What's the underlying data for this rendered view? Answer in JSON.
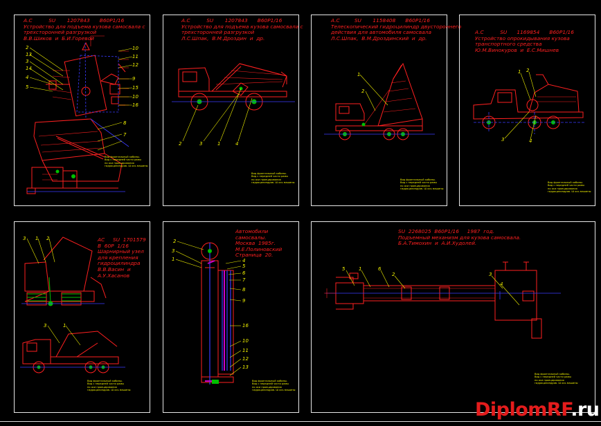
{
  "panels": [
    {
      "caption": "A.C          SU       1207843      B60P1/16\nУстройство для подъема кузова самосвала с\nтрехсторонней разгрузкой\nВ.В.Шиков  и  Б.И.Горевой",
      "labels_left": [
        "2",
        "13",
        "3",
        "14",
        "4",
        "5"
      ],
      "labels_right": [
        "10",
        "11",
        "12",
        "9",
        "15",
        "10",
        "16",
        "8",
        "7"
      ],
      "note": "Вид фронтальный кабины.\nВид с передней части рамы\nпо оси проецирования\nгидроцилиндров. Ш ось машины"
    },
    {
      "caption": "A.C          SU       1207843      B60P1/16\nУстройство для подъема кузова самосвала с\nтрехсторонней разгрузкой\nЛ.С.Шпак,  В.М.Дроздин  и  др.",
      "labels_bottom": [
        "2",
        "3",
        "1",
        "4"
      ],
      "note": "Вид фронтальный кабины.\nВид с передней части рамы\nпо оси проецирования\nгидроцилиндров. Ш ось машины"
    },
    {
      "caption": "A.C         SU       1158408      B60P1/16\nТелескопический гидроцилиндр двустороннего\nдействия для автомобиля самосвала\nЛ.С.Шпак,  В.М.Дроздинский  и  др.",
      "labels": [
        "1",
        "2"
      ],
      "note": "Вид фронтальный кабины.\nВид с передней части рамы\nпо оси проецирования\nгидроцилиндров. Ш ось машины"
    },
    {
      "caption": "A.C          SU      1169854      B60P1/16\nУстройство опрокидывания кузова\nтранспортного средства\nЮ.М.Винокуров  и  Е.С.Мишнев",
      "labels": [
        "1",
        "2",
        "3",
        "4"
      ],
      "note": "Вид фронтальный кабины.\nВид с передней части рамы\nпо оси проецирования\nгидроцилиндров. Ш ось машины"
    },
    {
      "caption": "AC     SU  1701579\nB  60P  1/16\nШарнирный узел\nдля крепления\nгидроцилиндра\nВ.В.Васин  и\nА.У.Хасанов",
      "labels": [
        "3",
        "1",
        "2",
        "3",
        "1"
      ],
      "note": "Вид фронтальный кабины.\nВид с передней части рамы\nпо оси проецирования\nгидроцилиндров. Ш ось машины"
    },
    {
      "caption": "Автомобили\nсамосвалы.\nМосква  1985г.\nМ.Е.Полиновский\nСтраница  20.",
      "labels_left": [
        "2",
        "3",
        "1"
      ],
      "labels_right": [
        "4",
        "5",
        "6",
        "7",
        "8",
        "9",
        "16",
        "10",
        "11",
        "12",
        "13"
      ],
      "note": "Вид фронтальный кабины.\nВид с передней части рамы\nпо оси проецирования\nгидроцилиндров. Ш ось машины"
    },
    {
      "caption": "SU  2268025  B60P1/16     1987  год.\nПодъемный механизм для кузова самосвала.\nБ.А.Тимохин  и  А.И.Худолей.",
      "labels": [
        "5",
        "1",
        "6",
        "2",
        "3",
        "4"
      ],
      "note": "Вид фронтальный кабины.\nВид с передней части рамы\nпо оси проецирования\nгидроцилиндров. Ш ось машины"
    }
  ],
  "watermark": {
    "part1": "DiplomRF",
    "part2": ".ru"
  },
  "colors": {
    "outline": "#ff2020",
    "accent": "#3a3aff",
    "label": "#f0f000",
    "wheel": "#00c000",
    "frame": "#e8e8e8"
  }
}
